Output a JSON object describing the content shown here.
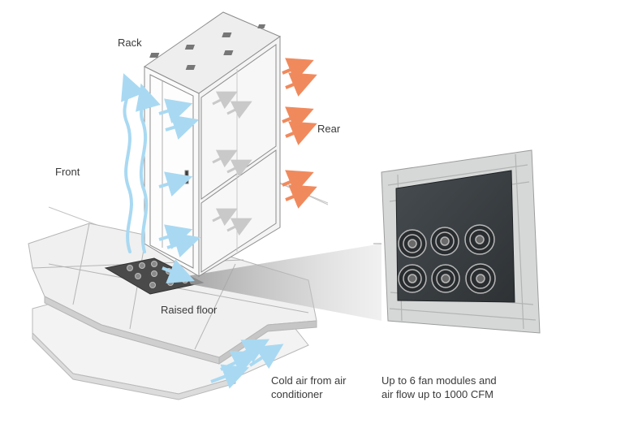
{
  "labels": {
    "rack": "Rack",
    "rear": "Rear",
    "front": "Front",
    "raised_floor": "Raised floor",
    "cold_air_line1": "Cold air from air",
    "cold_air_line2": "conditioner",
    "fan_line1": "Up to 6 fan modules and",
    "fan_line2": "air flow up to 1000 CFM"
  },
  "colors": {
    "cold_air": "#a9d9f2",
    "hot_air": "#f08a5d",
    "floor_tile": "#eeeeee",
    "fan_panel": "#3b4043",
    "grid": "#c8c8c8"
  },
  "icons": {
    "cold_air_arrow": "cold-air-arrow-icon",
    "hot_air_arrow": "hot-air-arrow-icon",
    "fan": "fan-icon"
  }
}
